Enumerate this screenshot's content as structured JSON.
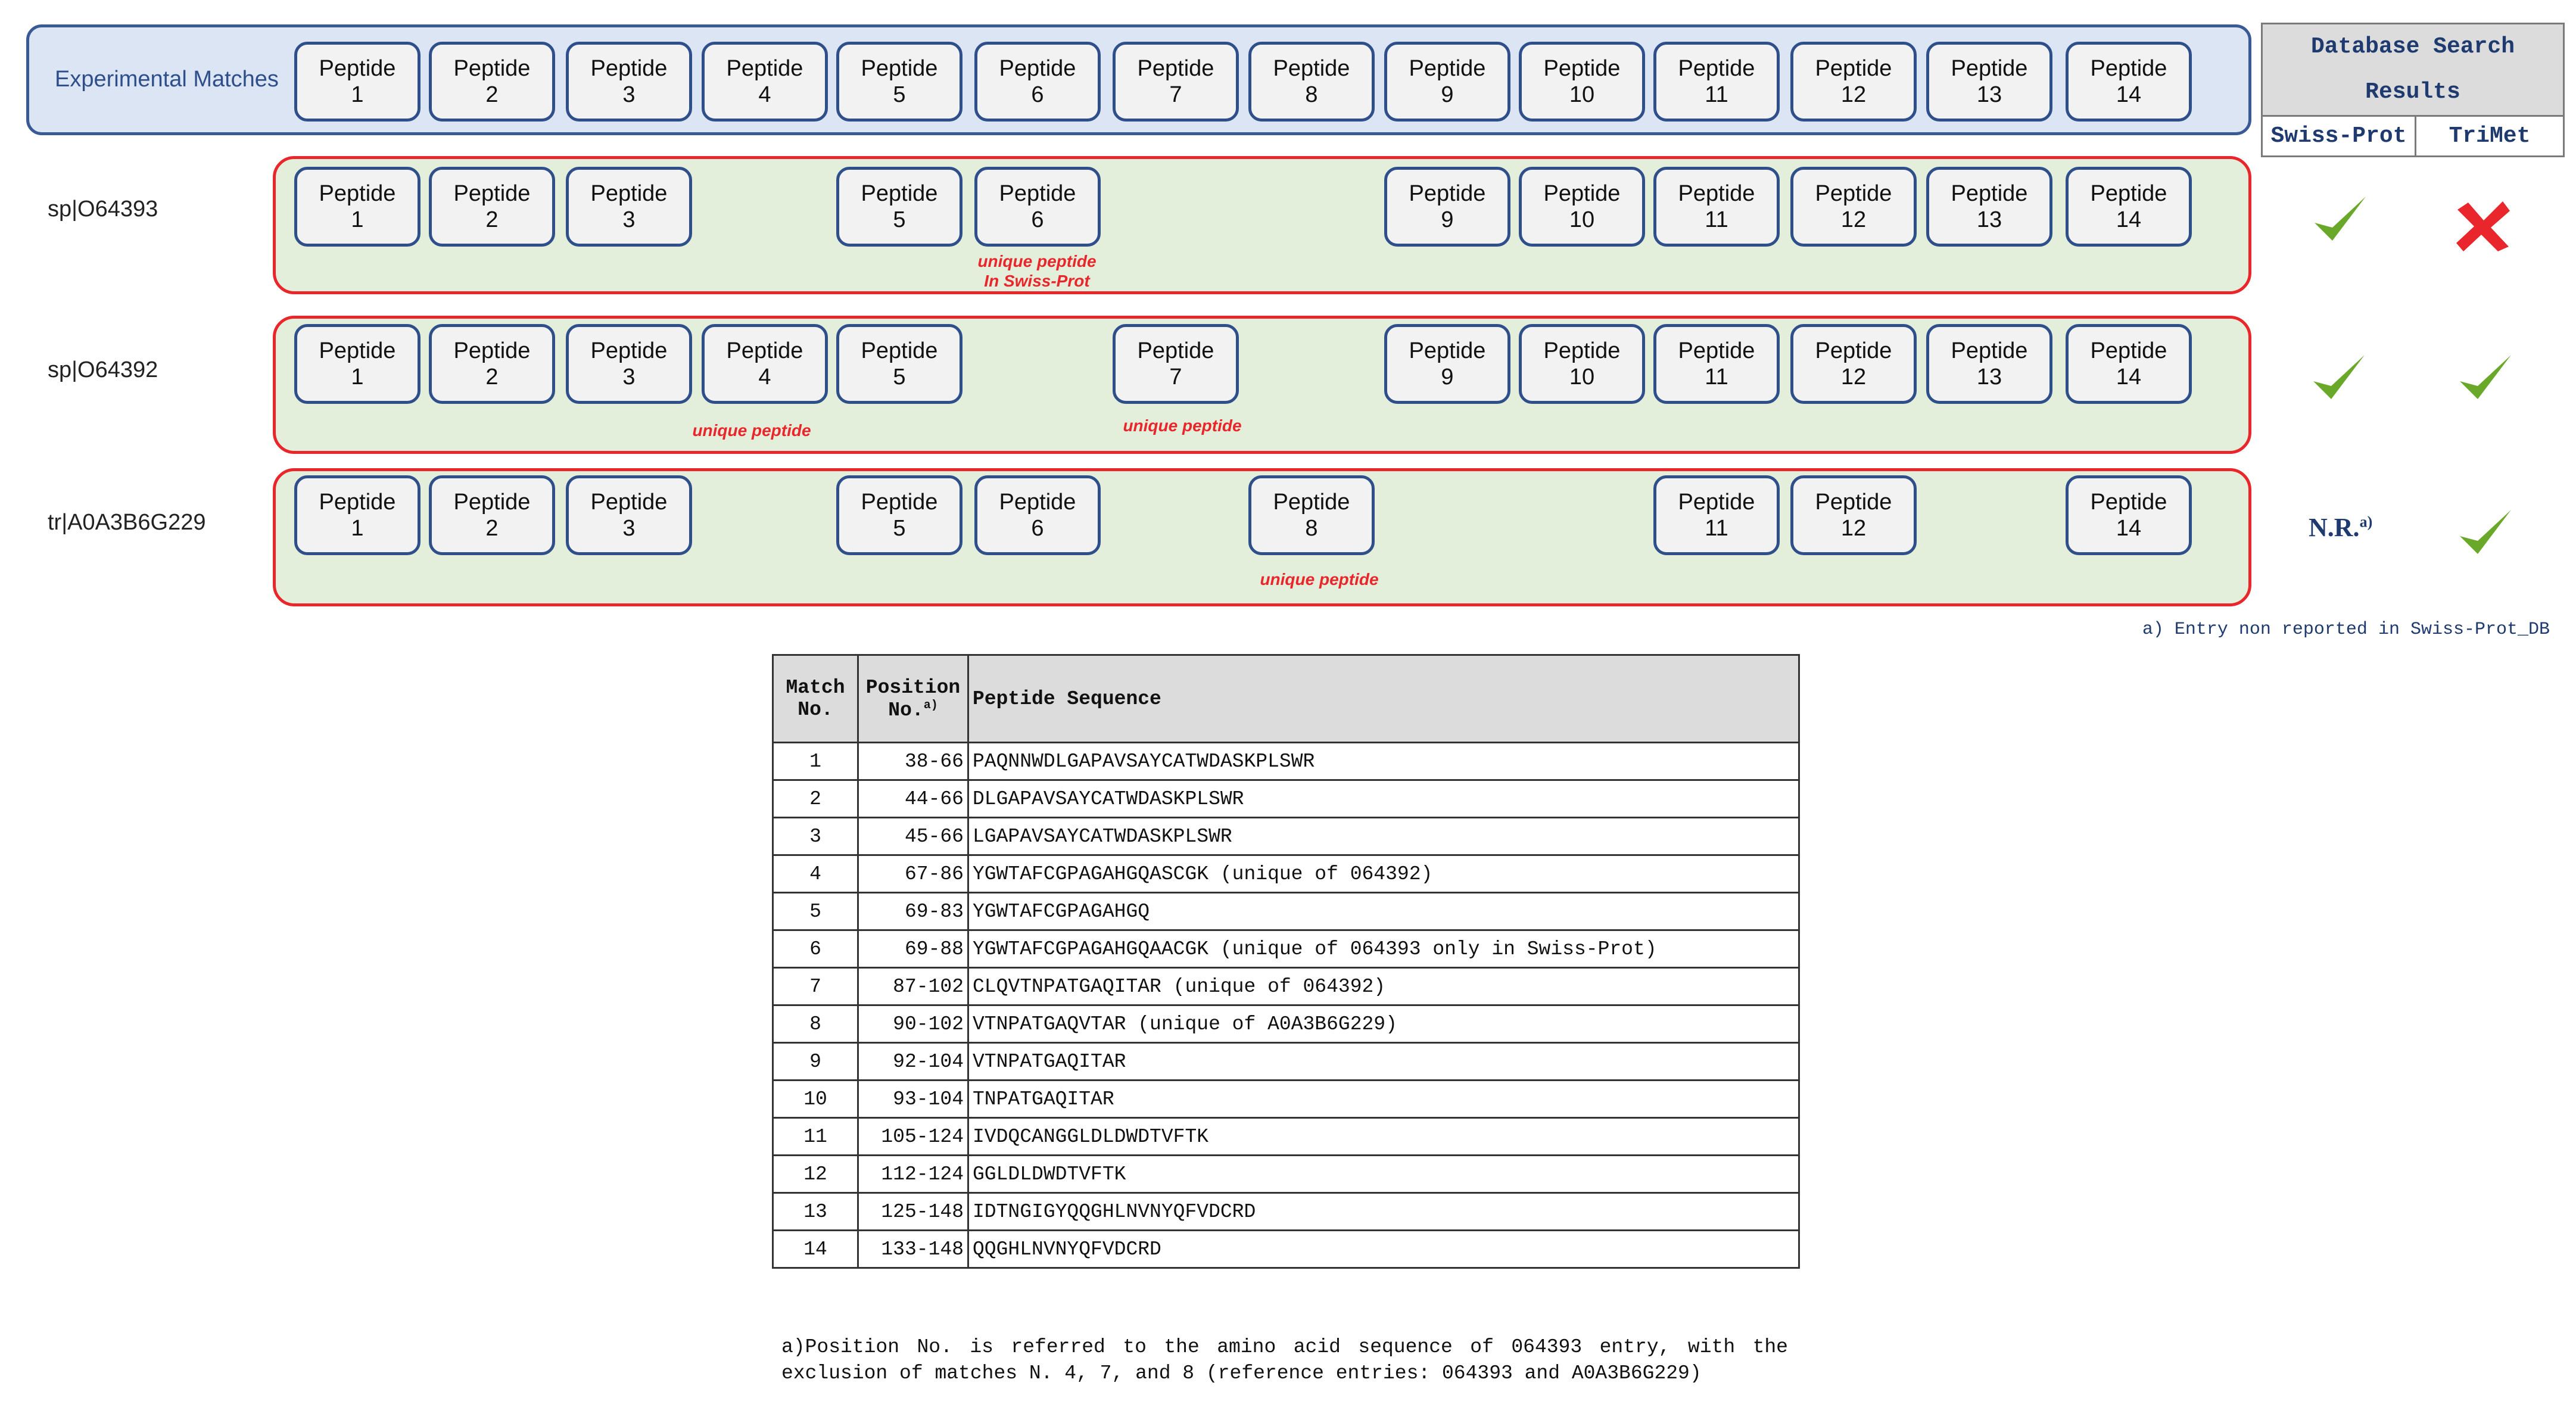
{
  "experimental": {
    "label": "Experimental Matches",
    "peptides": [
      {
        "word": "Peptide",
        "num": "1"
      },
      {
        "word": "Peptide",
        "num": "2"
      },
      {
        "word": "Peptide",
        "num": "3"
      },
      {
        "word": "Peptide",
        "num": "4"
      },
      {
        "word": "Peptide",
        "num": "5"
      },
      {
        "word": "Peptide",
        "num": "6"
      },
      {
        "word": "Peptide",
        "num": "7"
      },
      {
        "word": "Peptide",
        "num": "8"
      },
      {
        "word": "Peptide",
        "num": "9"
      },
      {
        "word": "Peptide",
        "num": "10"
      },
      {
        "word": "Peptide",
        "num": "11"
      },
      {
        "word": "Peptide",
        "num": "12"
      },
      {
        "word": "Peptide",
        "num": "13"
      },
      {
        "word": "Peptide",
        "num": "14"
      }
    ]
  },
  "database_results": {
    "title_line1": "Database Search",
    "title_line2": "Results",
    "col_swiss": "Swiss-Prot",
    "col_trimet": "TriMet"
  },
  "proteins": [
    {
      "id": "sp|O64393",
      "peptides": [
        1,
        2,
        3,
        5,
        6,
        9,
        10,
        11,
        12,
        13,
        14
      ],
      "unique_note_line1": "unique peptide",
      "unique_note_line2": "In Swiss-Prot",
      "swiss_prot": "check",
      "trimet": "cross"
    },
    {
      "id": "sp|O64392",
      "peptides": [
        1,
        2,
        3,
        4,
        5,
        7,
        9,
        10,
        11,
        12,
        13,
        14
      ],
      "unique_note_a": "unique peptide",
      "unique_note_b": "unique peptide",
      "swiss_prot": "check",
      "trimet": "check"
    },
    {
      "id": "tr|A0A3B6G229",
      "peptides": [
        1,
        2,
        3,
        5,
        6,
        8,
        11,
        12,
        14
      ],
      "unique_note": "unique peptide",
      "swiss_prot_text": "N.R.",
      "swiss_prot_sup": "a)",
      "trimet": "check"
    }
  ],
  "peptide_word": "Peptide",
  "db_footnote": "a) Entry non reported in Swiss-Prot_DB",
  "table": {
    "header_match_l1": "Match",
    "header_match_l2": "No.",
    "header_pos_l1": "Position",
    "header_pos_l2": "No.",
    "header_pos_sup": "a)",
    "header_seq": "Peptide Sequence",
    "rows": [
      {
        "match": "1",
        "position": "38-66",
        "sequence": "PAQNNWDLGAPAVSAYCATWDASKPLSWR"
      },
      {
        "match": "2",
        "position": "44-66",
        "sequence": "DLGAPAVSAYCATWDASKPLSWR"
      },
      {
        "match": "3",
        "position": "45-66",
        "sequence": "LGAPAVSAYCATWDASKPLSWR"
      },
      {
        "match": "4",
        "position": "67-86",
        "sequence": "YGWTAFCGPAGAHGQASCGK (unique of 064392)"
      },
      {
        "match": "5",
        "position": "69-83",
        "sequence": "YGWTAFCGPAGAHGQ"
      },
      {
        "match": "6",
        "position": "69-88",
        "sequence": "YGWTAFCGPAGAHGQAACGK (unique of 064393 only in Swiss-Prot)"
      },
      {
        "match": "7",
        "position": "87-102",
        "sequence": "CLQVTNPATGAQITAR (unique of 064392)"
      },
      {
        "match": "8",
        "position": "90-102",
        "sequence": "VTNPATGAQVTAR (unique of A0A3B6G229)"
      },
      {
        "match": "9",
        "position": "92-104",
        "sequence": "VTNPATGAQITAR"
      },
      {
        "match": "10",
        "position": "93-104",
        "sequence": "TNPATGAQITAR"
      },
      {
        "match": "11",
        "position": "105-124",
        "sequence": "IVDQCANGGLDLDWDTVFTK"
      },
      {
        "match": "12",
        "position": "112-124",
        "sequence": "GGLDLDWDTVFTK"
      },
      {
        "match": "13",
        "position": "125-148",
        "sequence": "IDTNGIGYQQGHLNVNYQFVDCRD"
      },
      {
        "match": "14",
        "position": "133-148",
        "sequence": "QQGHLNVNYQFVDCRD"
      }
    ]
  },
  "table_note": "a)Position No. is referred to the amino acid sequence of 064393 entry, with the exclusion of matches N. 4, 7, and 8 (reference entries: 064393 and A0A3B6G229)",
  "colors": {
    "check": "#6aa82a",
    "cross": "#e8262b",
    "band_border": "#e8262b",
    "pep_border": "#2f4f8a"
  }
}
